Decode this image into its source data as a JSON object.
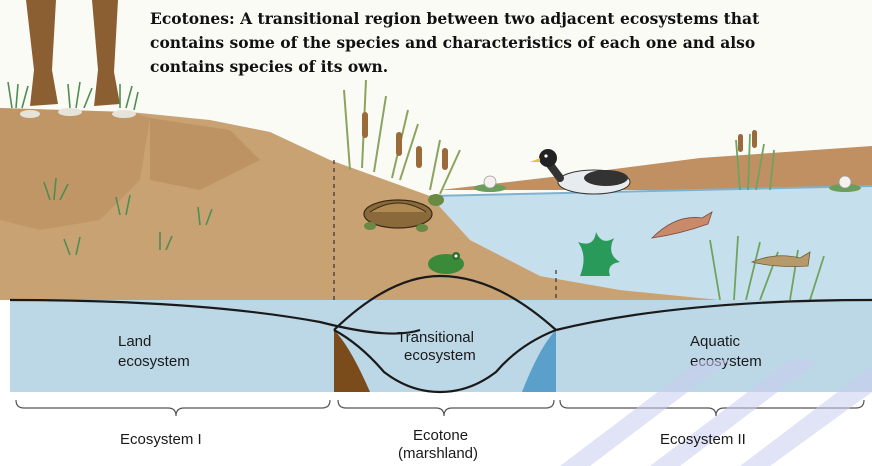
{
  "title": {
    "lines": [
      "Ecotones: A transitional region between two adjacent ecosystems that",
      "contains some of the species and characteristics of each one and also",
      "contains species of its own."
    ]
  },
  "band_labels": {
    "land": [
      "Land",
      "ecosystem"
    ],
    "transitional": [
      "Transitional",
      "ecosystem"
    ],
    "aquatic": [
      "Aquatic",
      "ecosystem"
    ]
  },
  "bottom_labels": {
    "left": "Ecosystem I",
    "middle": [
      "Ecotone",
      "(marshland)"
    ],
    "right": "Ecosystem II"
  },
  "colors": {
    "sky": "#fbfbf6",
    "soil": "#c9a274",
    "soil_dark": "#a7784a",
    "water": "#c3ddeb",
    "band": "#bcd7e6",
    "ecotone_brown": "#7a4c1c",
    "ecotone_blue": "#5b9fcb",
    "watermark": "#c9cdf0"
  }
}
